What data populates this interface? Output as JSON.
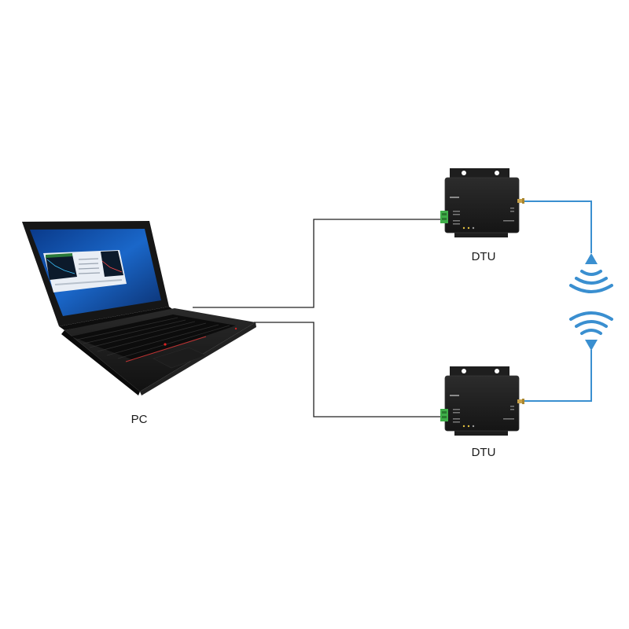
{
  "labels": {
    "pc": "PC",
    "dtu_top": "DTU",
    "dtu_bottom": "DTU"
  },
  "colors": {
    "wire": "#222222",
    "antenna_link": "#3a8fd0",
    "signal": "#3a8fd0",
    "device_body": "#222222",
    "terminal_green": "#3fae49",
    "background": "#ffffff"
  },
  "icons": {
    "laptop": "laptop-icon",
    "dtu": "dtu-device-icon",
    "signal_up": "wireless-signal-up-icon",
    "signal_down": "wireless-signal-down-icon"
  }
}
